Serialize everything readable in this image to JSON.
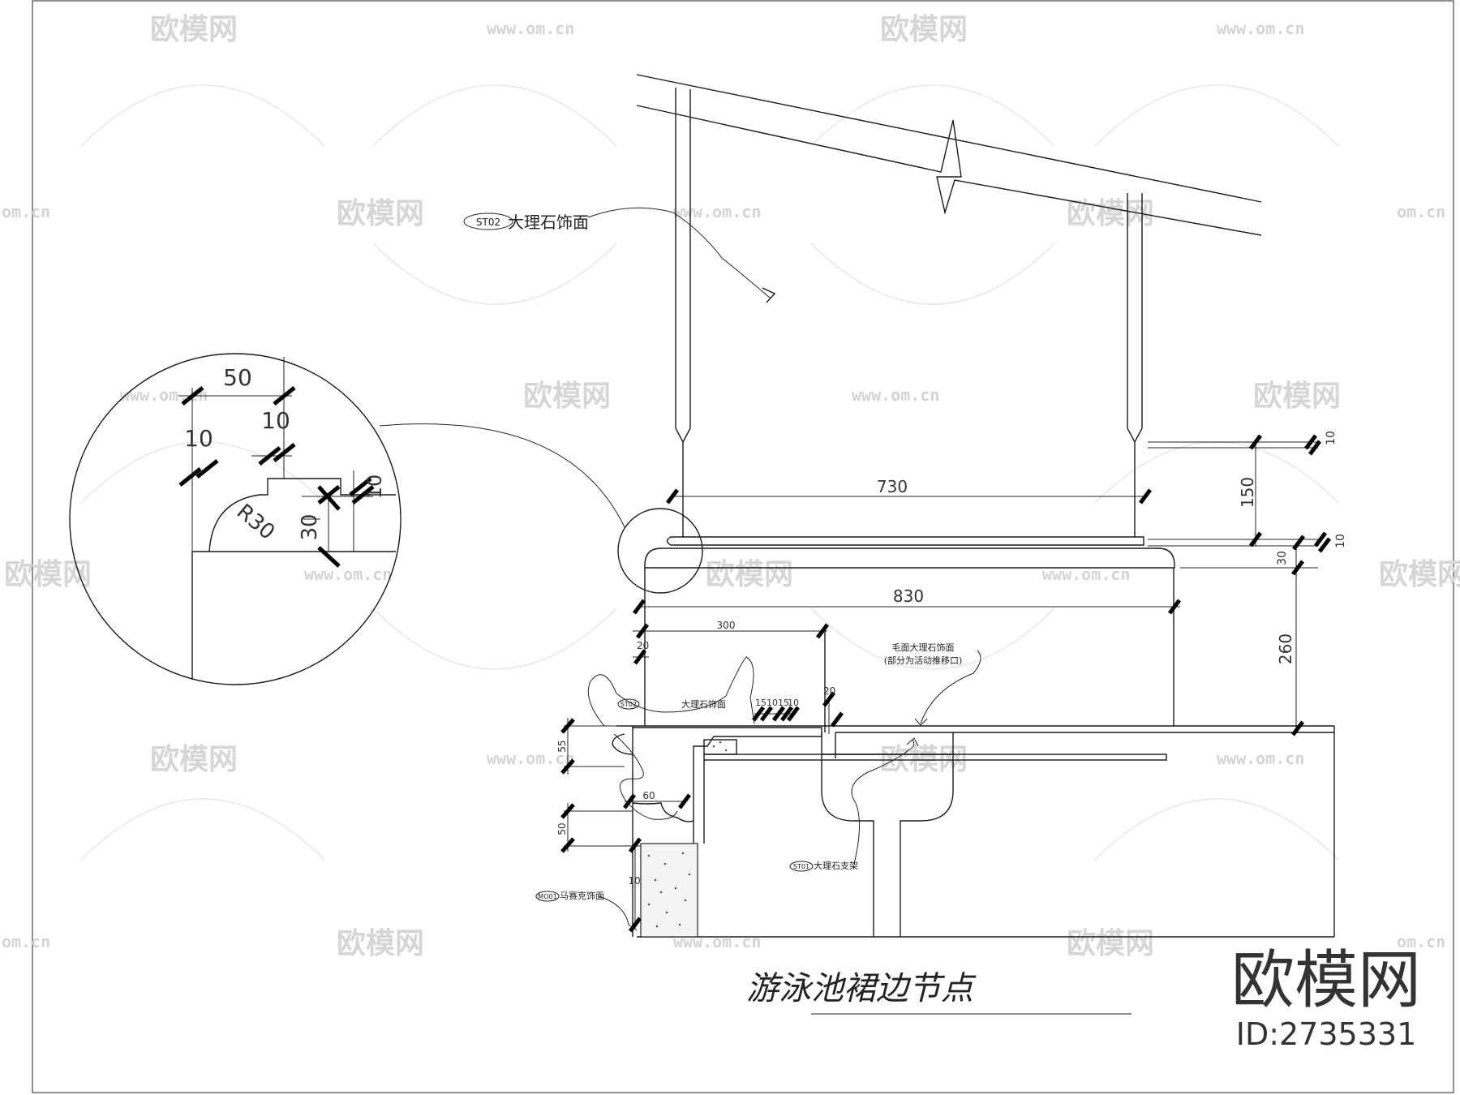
{
  "drawing": {
    "title": "游泳池裙边节点",
    "labels": {
      "marble_face_tag": "ST02",
      "marble_face": "大理石饰面",
      "rough_marble": "毛面大理石饰面",
      "rough_marble_note": "(部分为活动推移口)",
      "marble_small_tag": "ST02",
      "marble_small": "大理石饰面",
      "mosaic_tag": "MO01",
      "mosaic": "马赛克饰面",
      "support_tag": "ST01",
      "support": "大理石支架"
    },
    "dimensions": {
      "d730": "730",
      "d830": "830",
      "d300": "300",
      "d150": "150",
      "d260": "260",
      "d10a": "10",
      "d10b": "10",
      "d30": "30",
      "d20a": "20",
      "d20b": "20",
      "d55": "55",
      "d60": "60",
      "d50": "50",
      "d10c": "10",
      "d15": "15",
      "d10d": "10",
      "d15b": "15",
      "d10e": "10"
    },
    "detail": {
      "d50": "50",
      "d10a": "10",
      "d10b": "10",
      "d10c": "10",
      "r30": "R30",
      "d30": "30"
    }
  },
  "watermark": {
    "brand": "欧模网",
    "url": "www.om.cn",
    "url_short": "om.cn"
  },
  "branding": {
    "logo": "欧模网",
    "id": "ID:2735331"
  }
}
